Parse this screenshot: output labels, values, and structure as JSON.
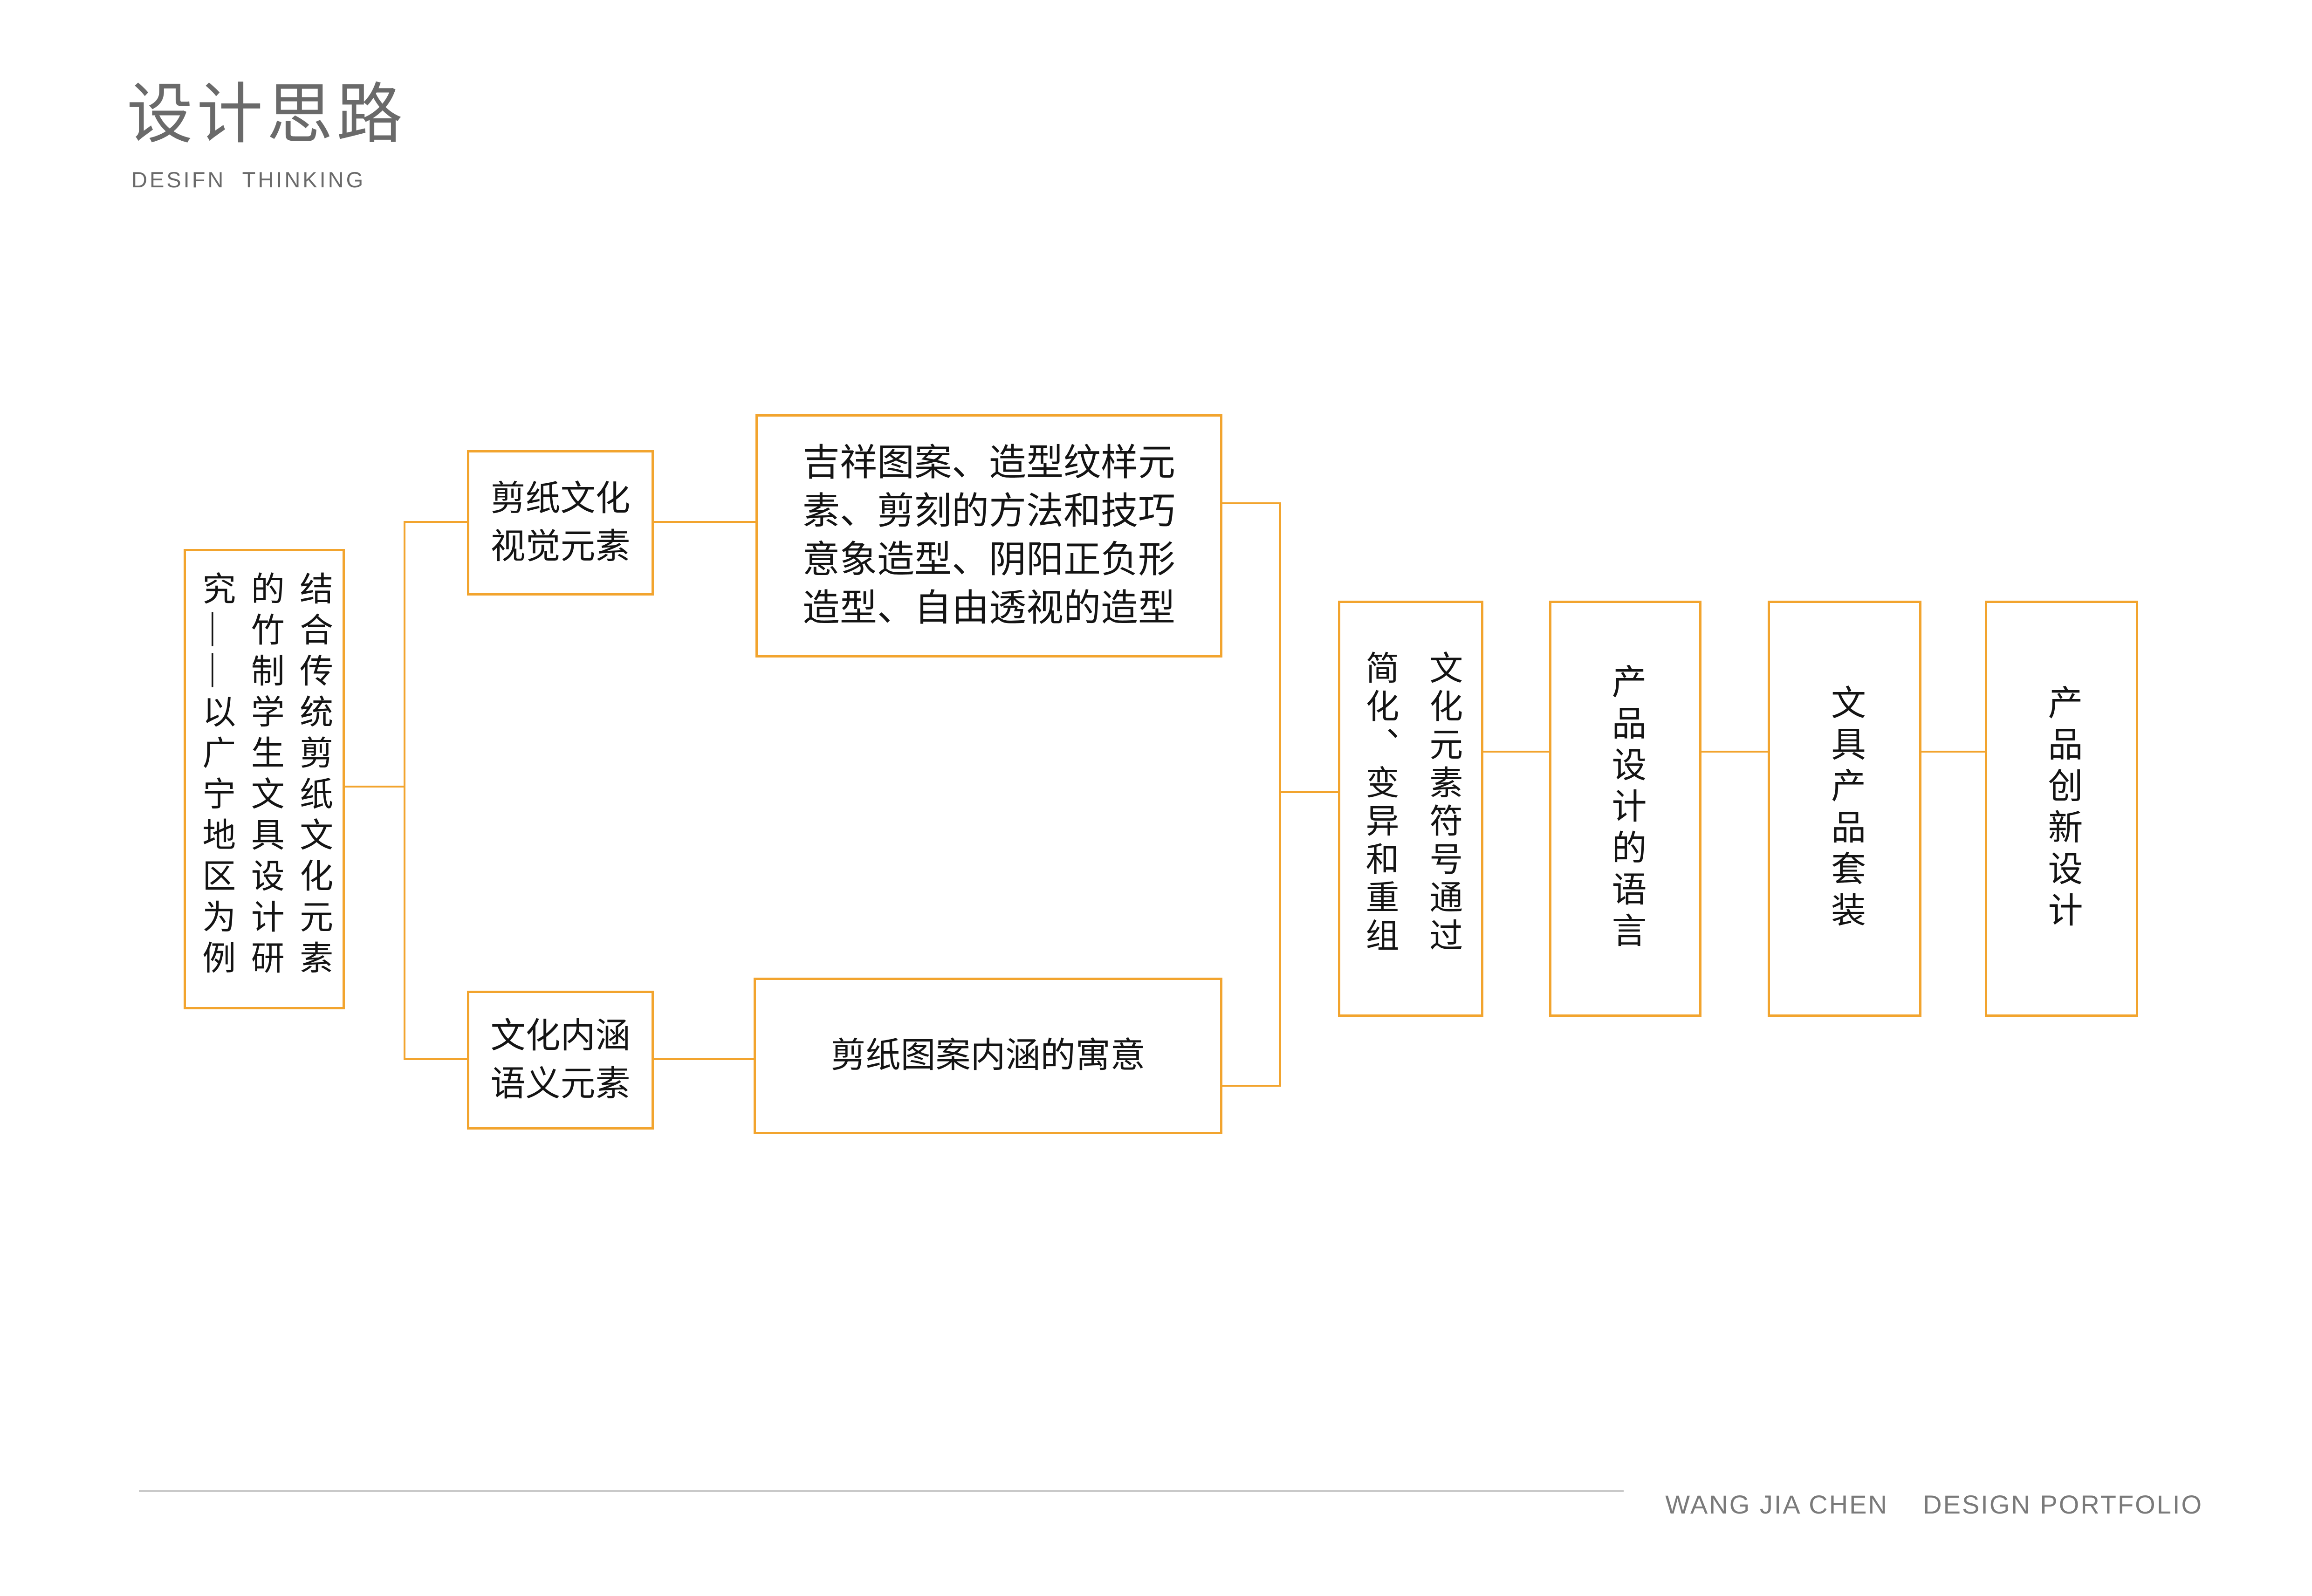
{
  "page": {
    "accent_color": "#F2A42E",
    "text_color": "#141414",
    "muted_color": "#6a6a6a",
    "divider_color": "#c9c9c9"
  },
  "header": {
    "title": "设计思路",
    "subtitle": "DESIFN  THINKING"
  },
  "diagram": {
    "nodes": {
      "root": {
        "label": "结合传统剪纸文化元素的竹制学生文具设计研究——以广宁地区为例"
      },
      "visual_branch": {
        "label": "剪纸文化\n视觉元素"
      },
      "visual_detail": {
        "label": "吉祥图案、造型纹样元\n素、剪刻的方法和技巧\n意象造型、阴阳正负形\n造型、自由透视的造型"
      },
      "semantic_branch": {
        "label": "文化内涵\n语义元素"
      },
      "semantic_detail": {
        "label": "剪纸图案内涵的寓意"
      },
      "merge": {
        "label": "文化元素符号通过简化、变异和重组"
      },
      "design_language": {
        "label": "产品设计的语言"
      },
      "stationery_set": {
        "label": "文具产品套装"
      },
      "innovation": {
        "label": "产品创新设计"
      }
    }
  },
  "footer": {
    "credit": "WANG JIA CHEN    DESIGN PORTFOLIO"
  }
}
